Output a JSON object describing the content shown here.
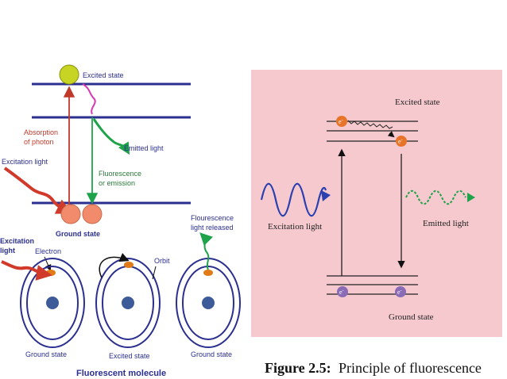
{
  "left_panel": {
    "top_diagram": {
      "excited_state": "Excited state",
      "absorption": [
        "Absorption",
        "of photon"
      ],
      "excitation_light": "Excitation light",
      "emitted_light": "Emitted light",
      "fluorescence": [
        "Fluorescence",
        "or emission"
      ],
      "ground_state": "Ground state"
    },
    "bottom_diagram": {
      "excitation_light": [
        "Excitation",
        "light"
      ],
      "electron": "Electron",
      "orbit": "Orbit",
      "fluorescence_released": [
        "Flourescence",
        "light released"
      ],
      "atom_labels": [
        "Ground state",
        "Excited state",
        "Ground state"
      ],
      "caption": "Fluorescent molecule"
    }
  },
  "right_panel": {
    "excited_state": "Excited state",
    "ground_state": "Ground state",
    "excitation_light": "Excitation light",
    "emitted_light": "Emitted light",
    "electron_symbol": "e",
    "electron_sup": "-"
  },
  "caption": {
    "label": "Figure 2.5:",
    "text": "Principle of fluorescence"
  },
  "colors": {
    "level_line": "#2b2f8f",
    "absorption_arrow": "#c0392b",
    "emission_arrow": "#1fa34a",
    "relax_wave": "#d63bb0",
    "excited_ball": "#c8d424",
    "ground_ball": "#f28b6b",
    "orbit_ring": "#2b2f8f",
    "nucleus": "#3d5a99",
    "electron_dot": "#e07b18",
    "right_bg": "#f5c9ce",
    "right_electron_top": "#e8742a",
    "right_electron_bottom": "#8a6bb5",
    "right_wave_left": "#2a3fb0",
    "right_wave_right": "#1fa34a"
  }
}
